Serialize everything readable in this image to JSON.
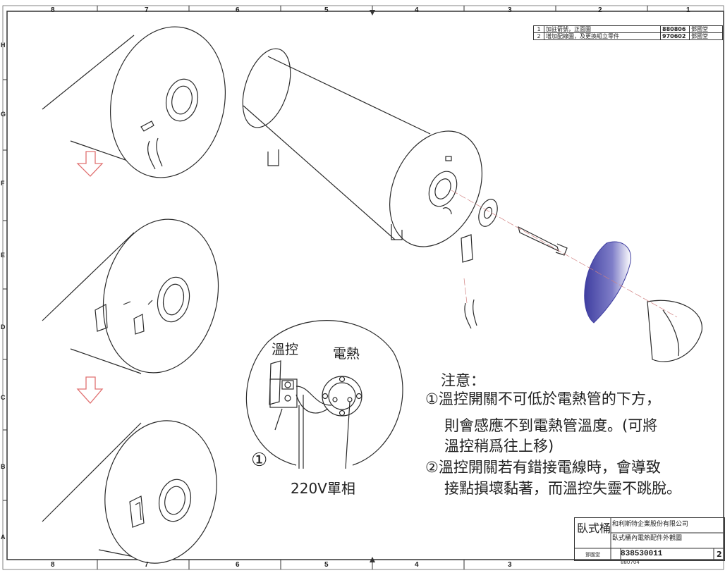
{
  "zones": {
    "columns_top": [
      "8",
      "7",
      "6",
      "5",
      "4",
      "3",
      "2",
      "1"
    ],
    "columns_bottom": [
      "8",
      "7",
      "6",
      "5",
      "4",
      "3"
    ],
    "rows": [
      "H",
      "G",
      "F",
      "E",
      "D",
      "C",
      "B",
      "A"
    ]
  },
  "revisions": [
    {
      "no": "1",
      "desc": "加註箭號，正面圖",
      "date": "880806",
      "by": "鄧國堂"
    },
    {
      "no": "2",
      "desc": "增加配線圖，及更換組立零件",
      "date": "970602",
      "by": "鄧國堂"
    }
  ],
  "detail": {
    "thermostat_label": "溫控",
    "heater_label": "電熱",
    "marker": "①",
    "voltage_label": "220V單相"
  },
  "notes": {
    "title": "注意：",
    "item1_marker": "①",
    "item1_line1": "溫控開關不可低於電熱管的下方，",
    "item1_line2": "則會感應不到電熱管溫度。(可將",
    "item1_line3": "溫控稍爲往上移)",
    "item2_marker": "②",
    "item2_line1": "溫控開關若有錯接電線時，會導致",
    "item2_line2": "接點損壞黏著，而溫控失靈不跳脫。"
  },
  "title_block": {
    "name": "臥式桶",
    "company": "和利斯特企業股份有限公司",
    "description": "臥式桶內電熱配件外觀圖",
    "drawing_no": "838530011",
    "sheet": "2",
    "drawn_by": "鄧國堂",
    "date": "880704"
  },
  "colors": {
    "line": "#2a2a2a",
    "arrow_red": "#e07070",
    "cover_blue": "#4b4aa8"
  }
}
